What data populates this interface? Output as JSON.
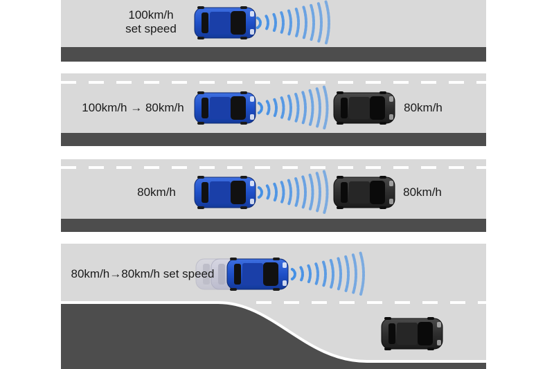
{
  "scenes": [
    {
      "own_speed": [
        "100km/h",
        "set speed"
      ]
    },
    {
      "own_speed": "100km/h → 80km/h",
      "lead_speed": "80km/h"
    },
    {
      "own_speed": "80km/h",
      "lead_speed": "80km/h"
    },
    {
      "own_speed": "80km/h→80km/h set speed"
    }
  ],
  "colors": {
    "road": "#d9d9d9",
    "shoulder": "#4d4d4d",
    "own_car": "#1e50c8",
    "lead_car": "#333333",
    "radar": "#3c8ce6"
  }
}
